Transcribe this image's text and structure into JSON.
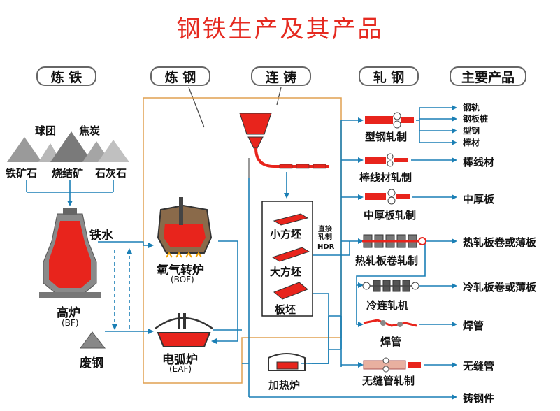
{
  "title": "钢铁生产及其产品",
  "stages": {
    "ironmaking": "炼 铁",
    "steelmaking": "炼 钢",
    "casting": "连 铸",
    "rolling": "轧 钢",
    "products": "主要产品"
  },
  "raw_materials": {
    "pellet": "球团",
    "coke": "焦炭",
    "iron_ore": "铁矿石",
    "sinter": "烧结矿",
    "limestone": "石灰石",
    "scrap": "废钢",
    "hot_metal": "铁水"
  },
  "furnaces": {
    "blast_furnace": "高炉",
    "blast_furnace_abbr": "(BF)",
    "bof": "氧气转炉",
    "bof_abbr": "(BOF)",
    "eaf": "电弧炉",
    "eaf_abbr": "(EAF)",
    "reheating": "加热炉"
  },
  "billets": {
    "billet": "小方坯",
    "bloom": "大方坯",
    "slab": "板坯",
    "hdr_cn": "直接轧制",
    "hdr": "HDR"
  },
  "mills": {
    "section": "型钢轧制",
    "wire_rod": "棒线材轧制",
    "plate": "中厚板轧制",
    "hot_strip": "热轧板卷轧制",
    "cold": "冷连轧机",
    "welded": "焊管",
    "seamless": "无缝管轧制"
  },
  "products": {
    "rail": "钢轨",
    "sheet_pile": "钢板桩",
    "section_steel": "型钢",
    "bar": "棒材",
    "wire_rod": "棒线材",
    "plate": "中厚板",
    "hot_coil": "热轧板卷或薄板",
    "cold_coil": "冷轧板卷或薄板",
    "welded_pipe": "焊管",
    "seamless_pipe": "无缝管",
    "casting": "铸钢件"
  },
  "colors": {
    "title": "#e52a20",
    "flow": "#1a7fb5",
    "frame": "#e0a050",
    "hot": "#e8241c"
  }
}
